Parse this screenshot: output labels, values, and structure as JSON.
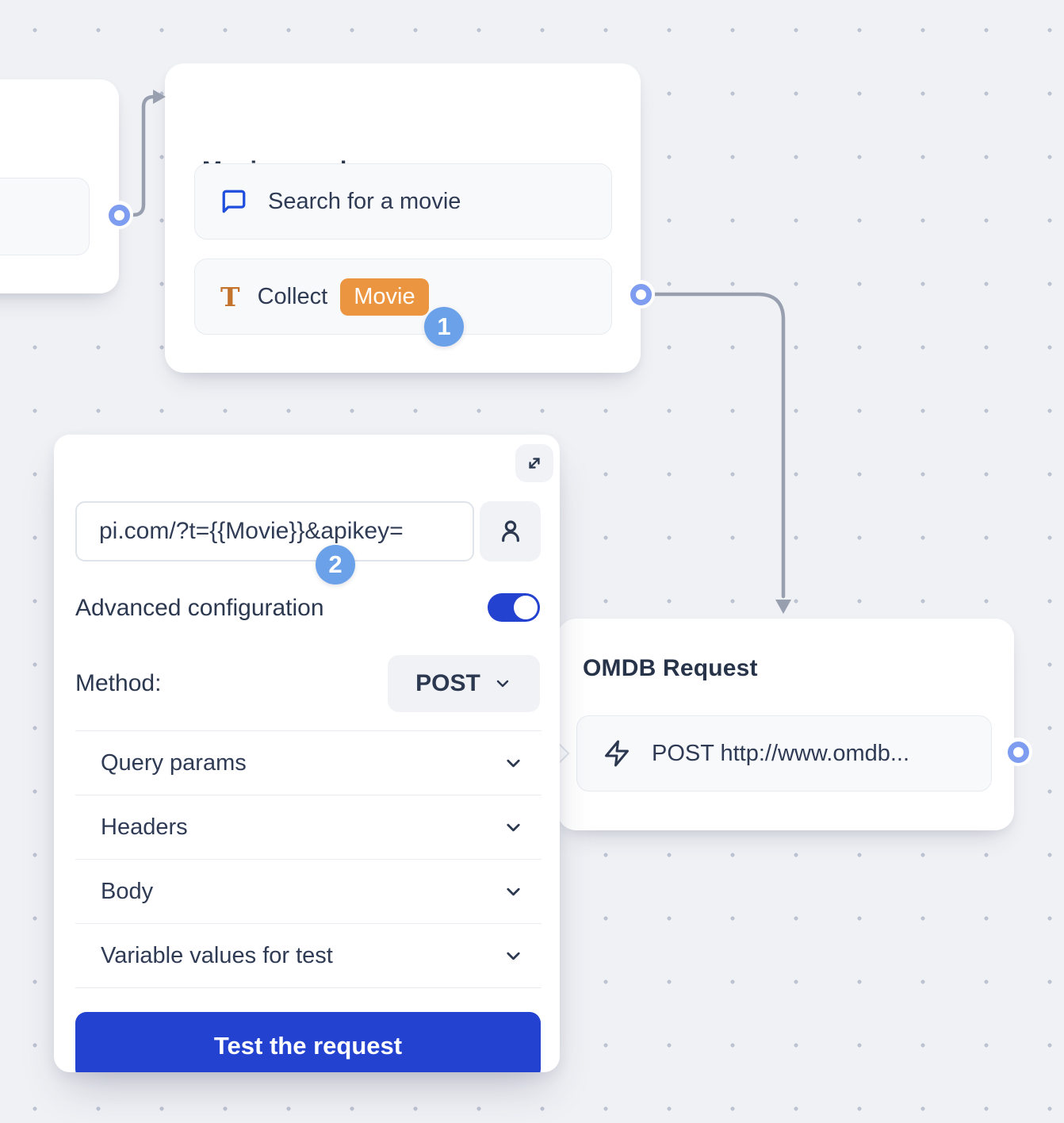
{
  "badges": {
    "step1": "1",
    "step2": "2"
  },
  "nodes": {
    "upstream_partial": {
      "title": "",
      "note": "partially visible node at canvas left edge"
    },
    "movie_search": {
      "title": "Movie search",
      "items": [
        {
          "icon": "chat-bubble-icon",
          "label": "Search for a movie"
        },
        {
          "icon": "text-collect-icon",
          "label": "Collect",
          "variable_badge": "Movie"
        }
      ]
    },
    "omdb_request": {
      "title": "OMDB Request",
      "items": [
        {
          "icon": "zap-icon",
          "label": "POST http://www.omdb..."
        }
      ]
    }
  },
  "panel": {
    "expand_icon": "expand-diagonal-icon",
    "url_input": {
      "value": "pi.com/?t={{Movie}}&apikey=",
      "placeholder": ""
    },
    "person_icon": "person-icon",
    "advanced_configuration_label": "Advanced configuration",
    "advanced_configuration_enabled": true,
    "method_label": "Method:",
    "method_value": "POST",
    "sections": [
      "Query params",
      "Headers",
      "Body",
      "Variable values for test"
    ],
    "test_button_label": "Test the request"
  },
  "colors": {
    "canvas_background": "#f0f1f5",
    "grid_dot": "#bdc3d3",
    "accent_blue": "#2342cf",
    "step_badge_blue": "#6ba1e9",
    "variable_badge_orange": "#ec9540",
    "chat_icon_blue": "#1f4ddd",
    "collect_icon_orange": "#c4732c",
    "connector_gray": "#98a0af",
    "port_blue": "#7e9df0",
    "dark_text": "#2b3850"
  }
}
